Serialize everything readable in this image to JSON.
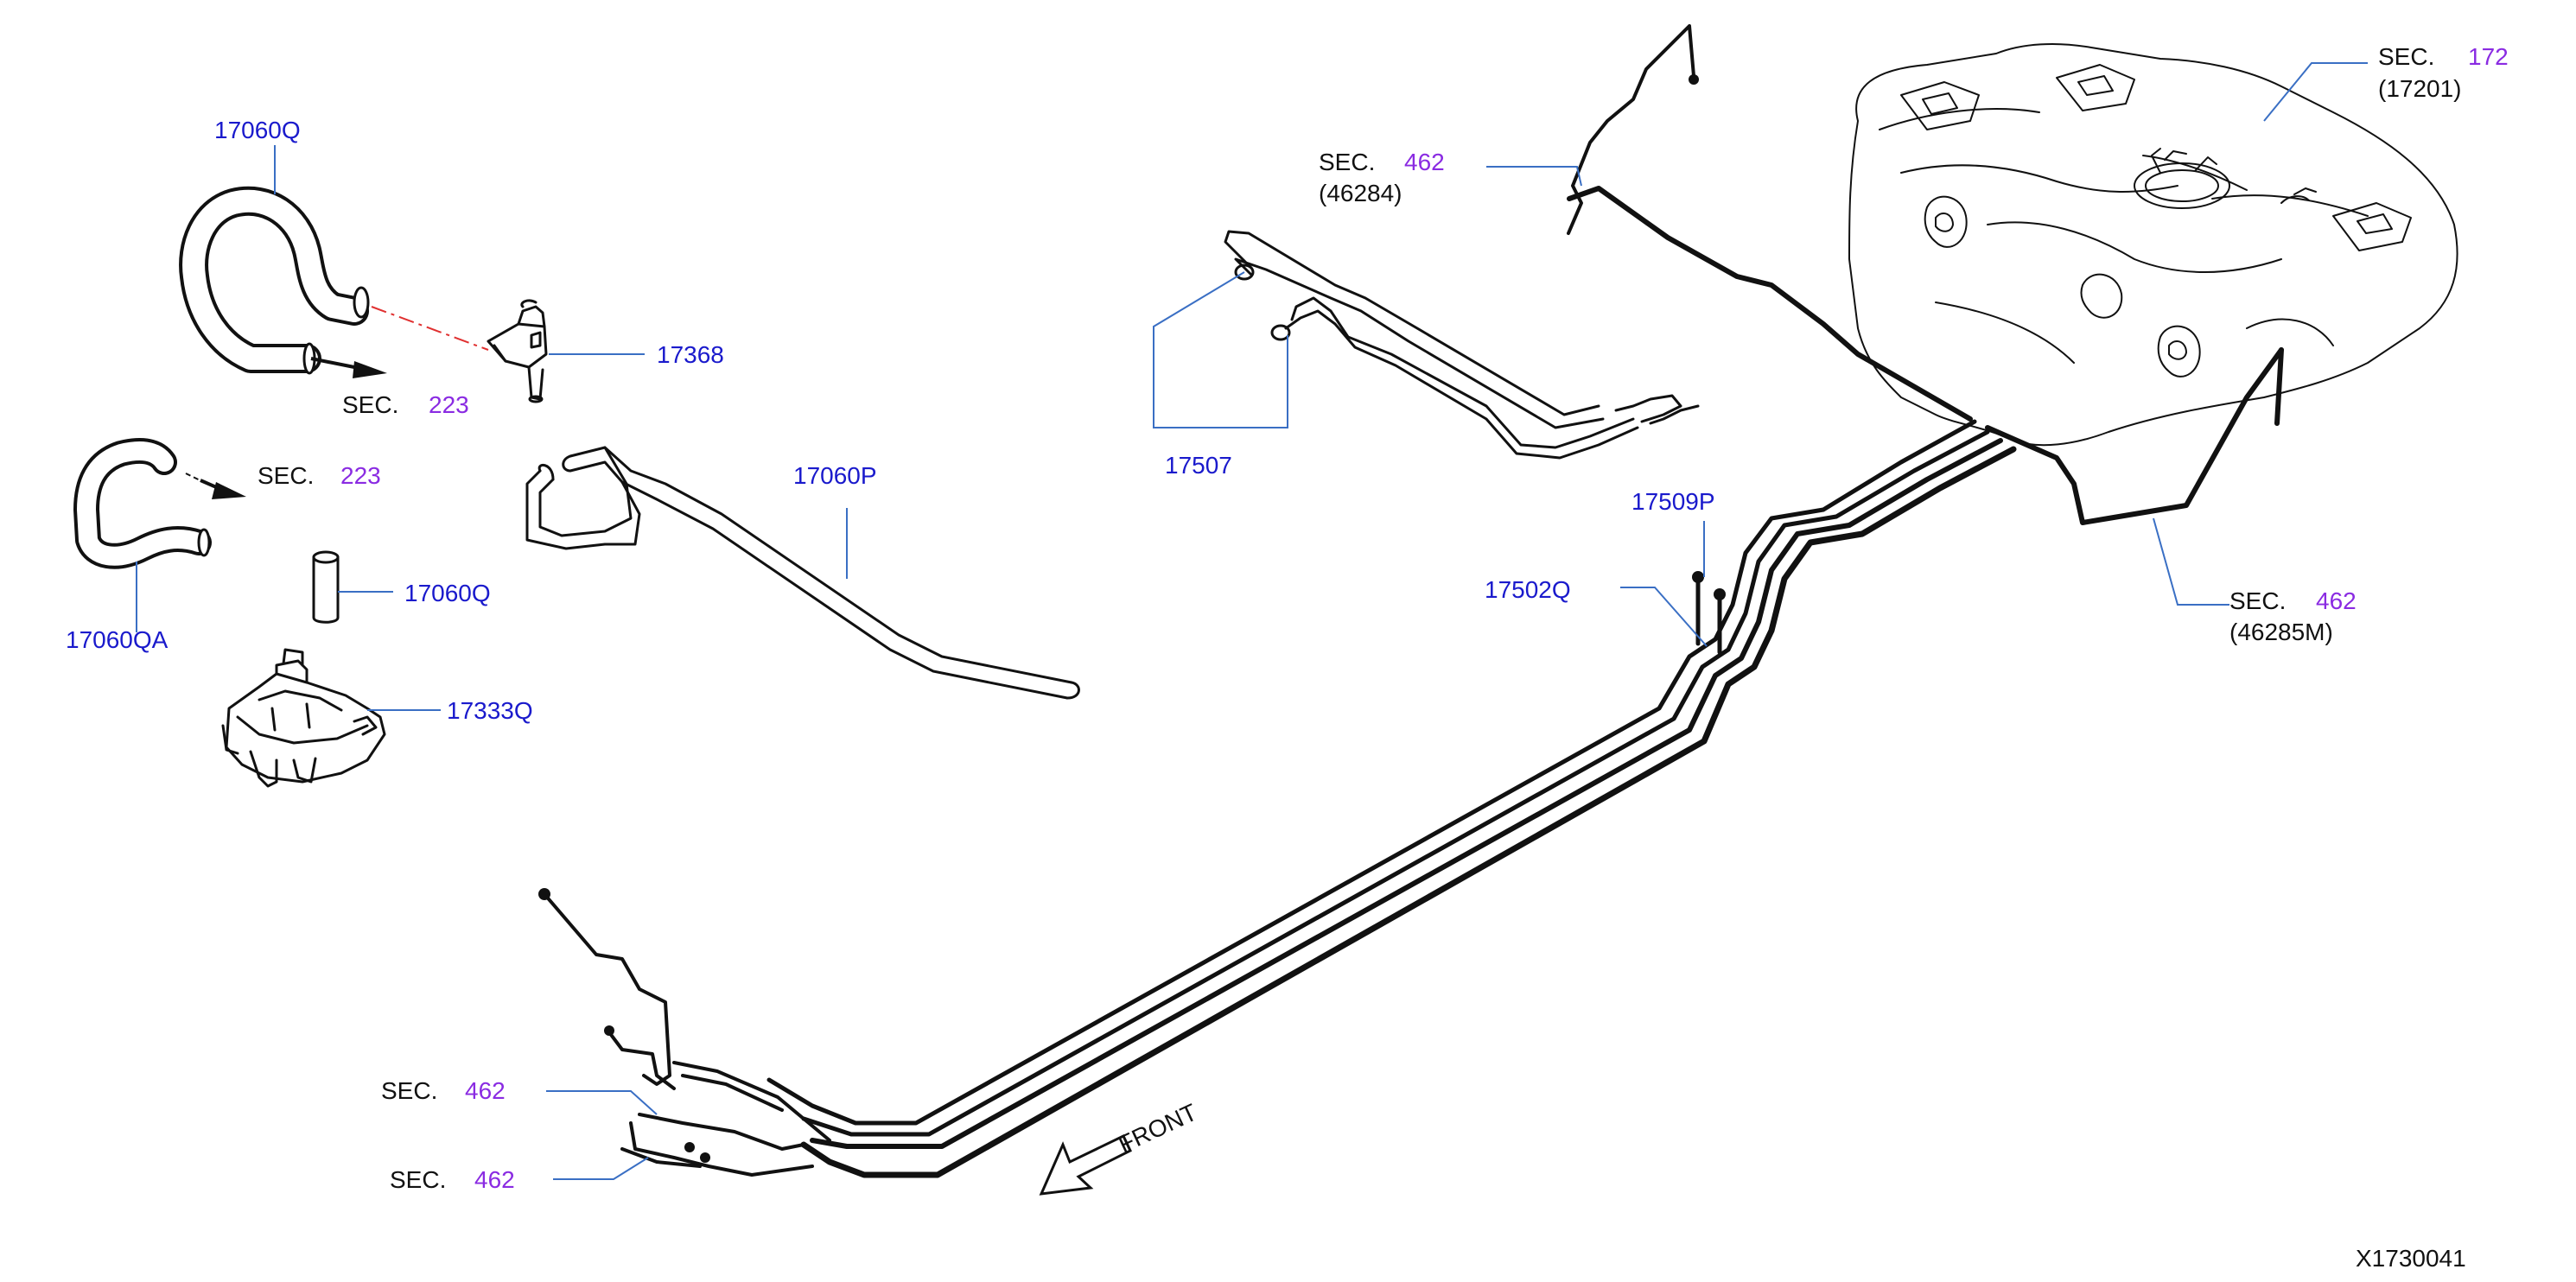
{
  "colors": {
    "part_number": "#1a1acc",
    "section_number": "#8a2be2",
    "text": "#111111",
    "leader": "#3a6fc4",
    "centerline": "#e03030",
    "line": "#111111"
  },
  "labels": {
    "p17060Q_top": "17060Q",
    "p17368": "17368",
    "sec223_a_prefix": "SEC.",
    "sec223_a_num": "223",
    "sec223_b_prefix": "SEC.",
    "sec223_b_num": "223",
    "p17060QA": "17060QA",
    "p17060P": "17060P",
    "p17060Q_mid": "17060Q",
    "p17333Q": "17333Q",
    "sec462_a_prefix": "SEC.",
    "sec462_a_num": "462",
    "sec462_a_sub": "(46284)",
    "p17507": "17507",
    "p17509P": "17509P",
    "p17502Q": "17502Q",
    "sec172_prefix": "SEC.",
    "sec172_num": "172",
    "sec172_sub": "(17201)",
    "sec462_b_prefix": "SEC.",
    "sec462_b_num": "462",
    "sec462_b_sub": "(46285M)",
    "sec462_c_prefix": "SEC.",
    "sec462_c_num": "462",
    "sec462_d_prefix": "SEC.",
    "sec462_d_num": "462",
    "front": "FRONT",
    "diagram_id": "X1730041"
  }
}
